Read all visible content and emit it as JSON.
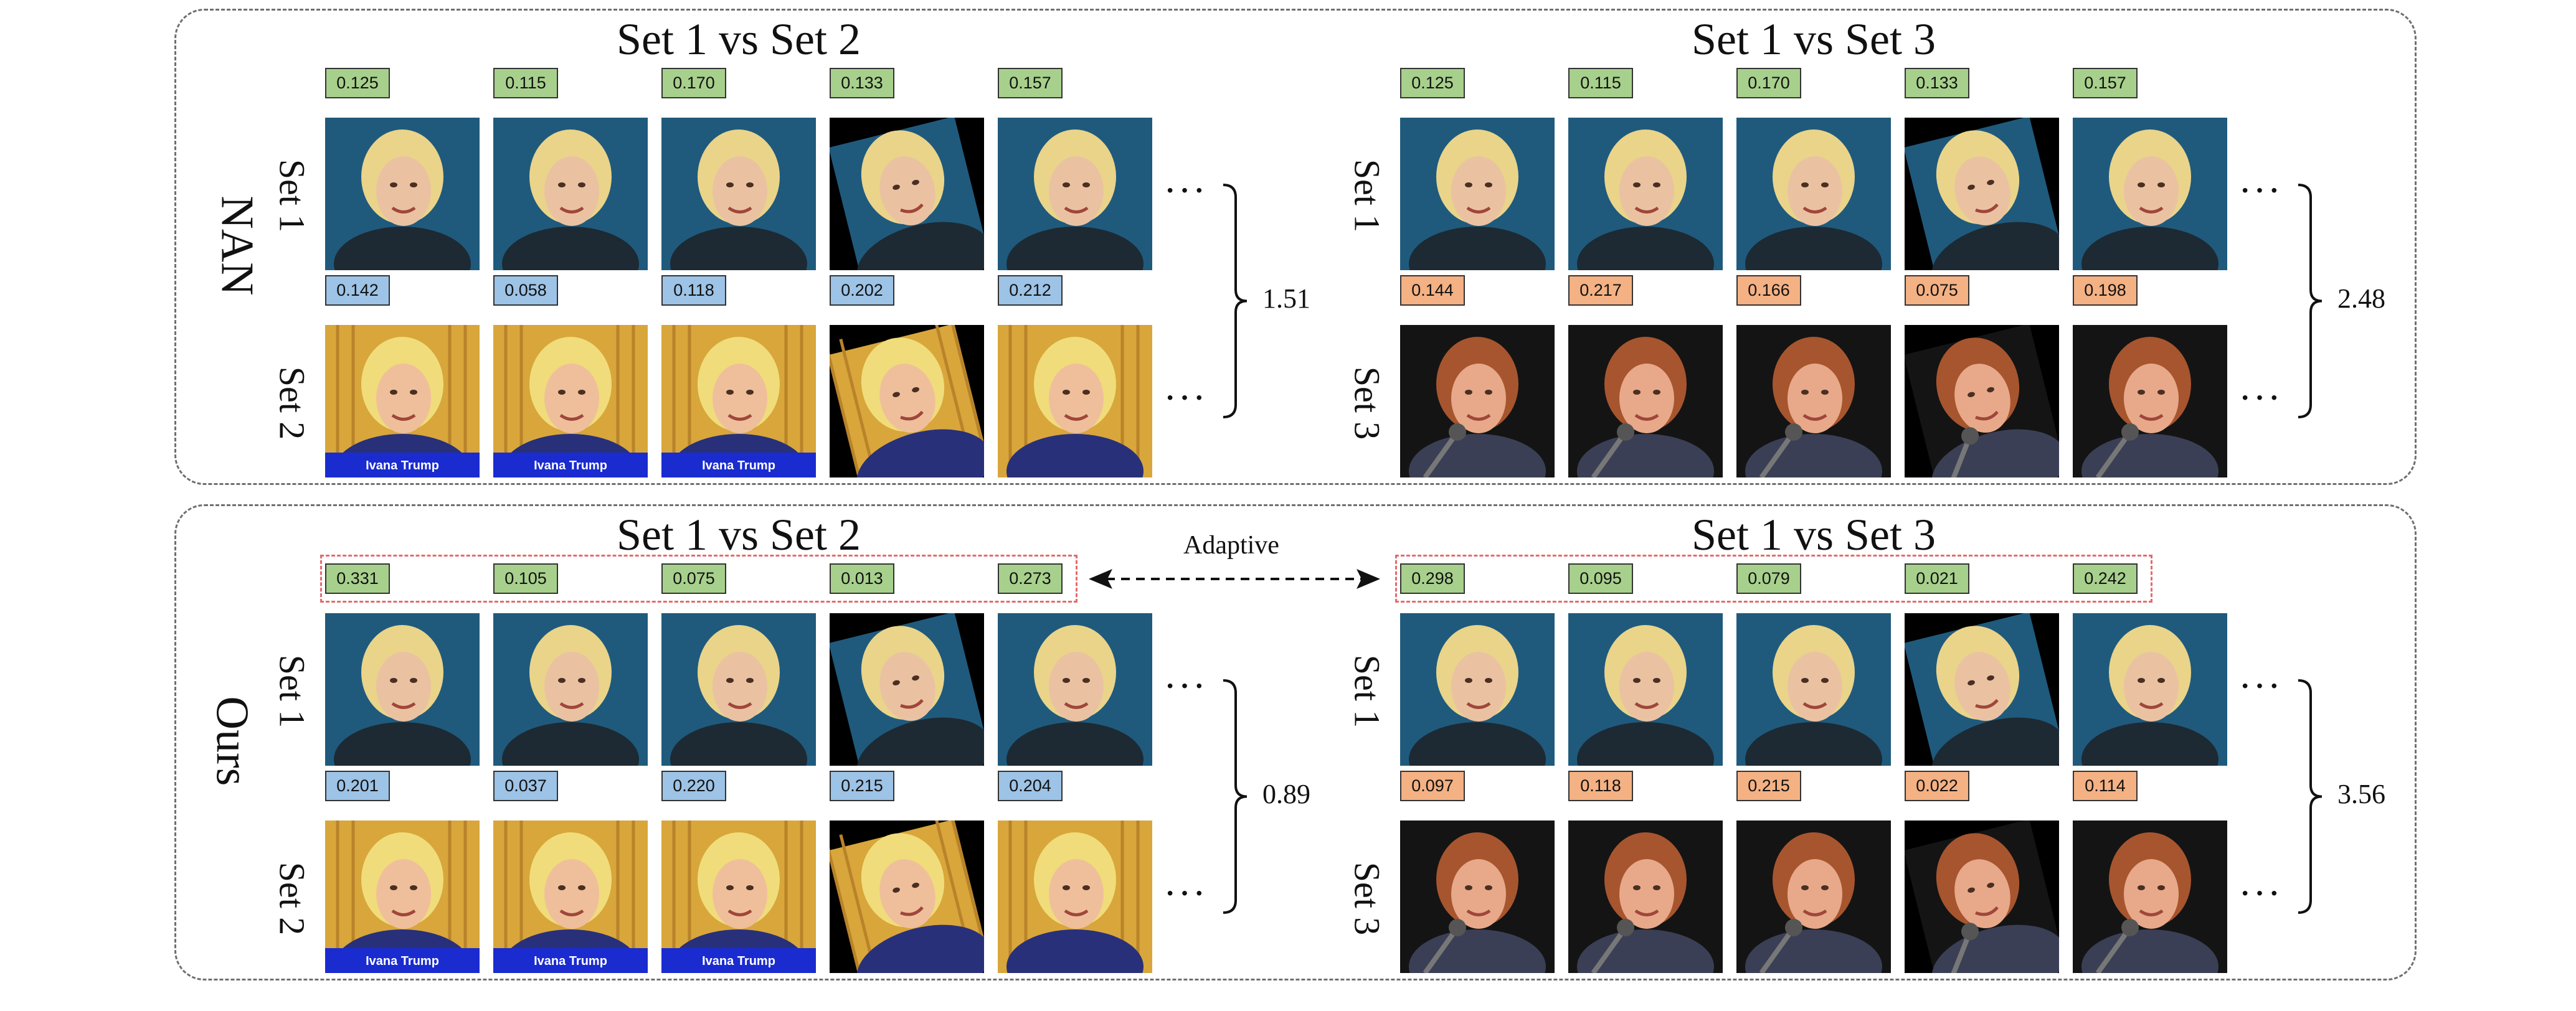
{
  "panels": [
    {
      "method": "NAN",
      "comparisons": [
        {
          "title": "Set 1 vs Set 2",
          "rows": [
            {
              "label": "Set 1",
              "kind": "ivana",
              "weights": [
                "0.125",
                "0.115",
                "0.170",
                "0.133",
                "0.157"
              ],
              "color": "#a8d08d"
            },
            {
              "label": "Set 2",
              "kind": "ivana_trump",
              "weights": [
                "0.142",
                "0.058",
                "0.118",
                "0.202",
                "0.212"
              ],
              "color": "#9dc3e6"
            }
          ],
          "ellipsis": "···",
          "distance": "1.51"
        },
        {
          "title": "Set 1 vs Set 3",
          "rows": [
            {
              "label": "Set 1",
              "kind": "ivana",
              "weights": [
                "0.125",
                "0.115",
                "0.170",
                "0.133",
                "0.157"
              ],
              "color": "#a8d08d"
            },
            {
              "label": "Set 3",
              "kind": "isabelle",
              "weights": [
                "0.144",
                "0.217",
                "0.166",
                "0.075",
                "0.198"
              ],
              "color": "#f4b183"
            }
          ],
          "ellipsis": "···",
          "distance": "2.48"
        }
      ]
    },
    {
      "method": "Ours",
      "comparisons": [
        {
          "title": "Set 1 vs Set 2",
          "rows": [
            {
              "label": "Set 1",
              "kind": "ivana",
              "weights": [
                "0.331",
                "0.105",
                "0.075",
                "0.013",
                "0.273"
              ],
              "color": "#a8d08d"
            },
            {
              "label": "Set 2",
              "kind": "ivana_trump",
              "weights": [
                "0.201",
                "0.037",
                "0.220",
                "0.215",
                "0.204"
              ],
              "color": "#9dc3e6"
            }
          ],
          "ellipsis": "···",
          "distance": "0.89"
        },
        {
          "title": "Set 1 vs Set 3",
          "rows": [
            {
              "label": "Set 1",
              "kind": "ivana",
              "weights": [
                "0.298",
                "0.095",
                "0.079",
                "0.021",
                "0.242"
              ],
              "color": "#a8d08d"
            },
            {
              "label": "Set 3",
              "kind": "isabelle",
              "weights": [
                "0.097",
                "0.118",
                "0.215",
                "0.022",
                "0.114"
              ],
              "color": "#f4b183"
            }
          ],
          "ellipsis": "···",
          "distance": "3.56"
        }
      ]
    }
  ],
  "adaptive_label": "Adaptive",
  "caption_strip_text": "Ivana Trump"
}
